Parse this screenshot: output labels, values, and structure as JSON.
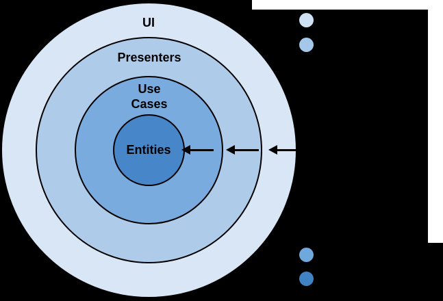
{
  "diagram": {
    "type": "concentric-architecture-diagram",
    "rings": [
      {
        "label": "UI",
        "fill": "#d8e6f5"
      },
      {
        "label": "Presenters",
        "fill": "#aecbea"
      },
      {
        "label": "Use\nCases",
        "fill": "#7aabde"
      },
      {
        "label": "Entities",
        "fill": "#4787c9"
      }
    ],
    "arrows": {
      "direction": "inward-left",
      "color": "#000000",
      "count": 3
    },
    "legend_dots": [
      {
        "color": "#cfe2f3"
      },
      {
        "color": "#a5c8ea"
      },
      {
        "color": "#6fa8dc"
      },
      {
        "color": "#3f83c5"
      }
    ],
    "background": {
      "canvas": "#000000",
      "strips": "#ffffff"
    },
    "outline_color": "#000000",
    "text_color": "#000000"
  }
}
